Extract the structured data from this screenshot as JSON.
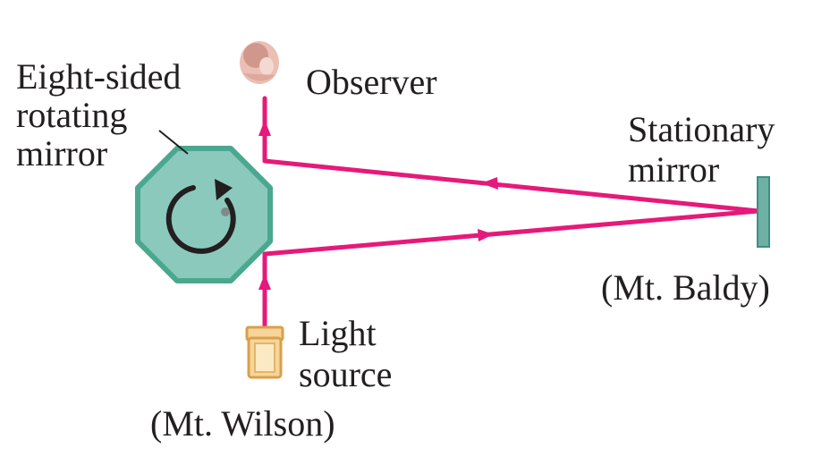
{
  "labels": {
    "rotating_mirror": [
      "Eight-sided",
      "rotating",
      "mirror"
    ],
    "observer": "Observer",
    "stationary_mirror": [
      "Stationary",
      "mirror"
    ],
    "stationary_location": "(Mt. Baldy)",
    "light_source": [
      "Light",
      "source"
    ],
    "source_location": "(Mt. Wilson)"
  },
  "colors": {
    "beam": "#e6197a",
    "mirror_fill": "#8cc9bd",
    "mirror_stroke": "#4aa88f",
    "rotation_arrow": "#231f20",
    "source_fill": "#f5d59a",
    "source_stroke": "#d9a04a",
    "text": "#231f20"
  },
  "icons": {
    "observer": "observer-head-icon",
    "rotation": "clockwise-rotation-arrow-icon",
    "light_source": "lamp-icon"
  }
}
